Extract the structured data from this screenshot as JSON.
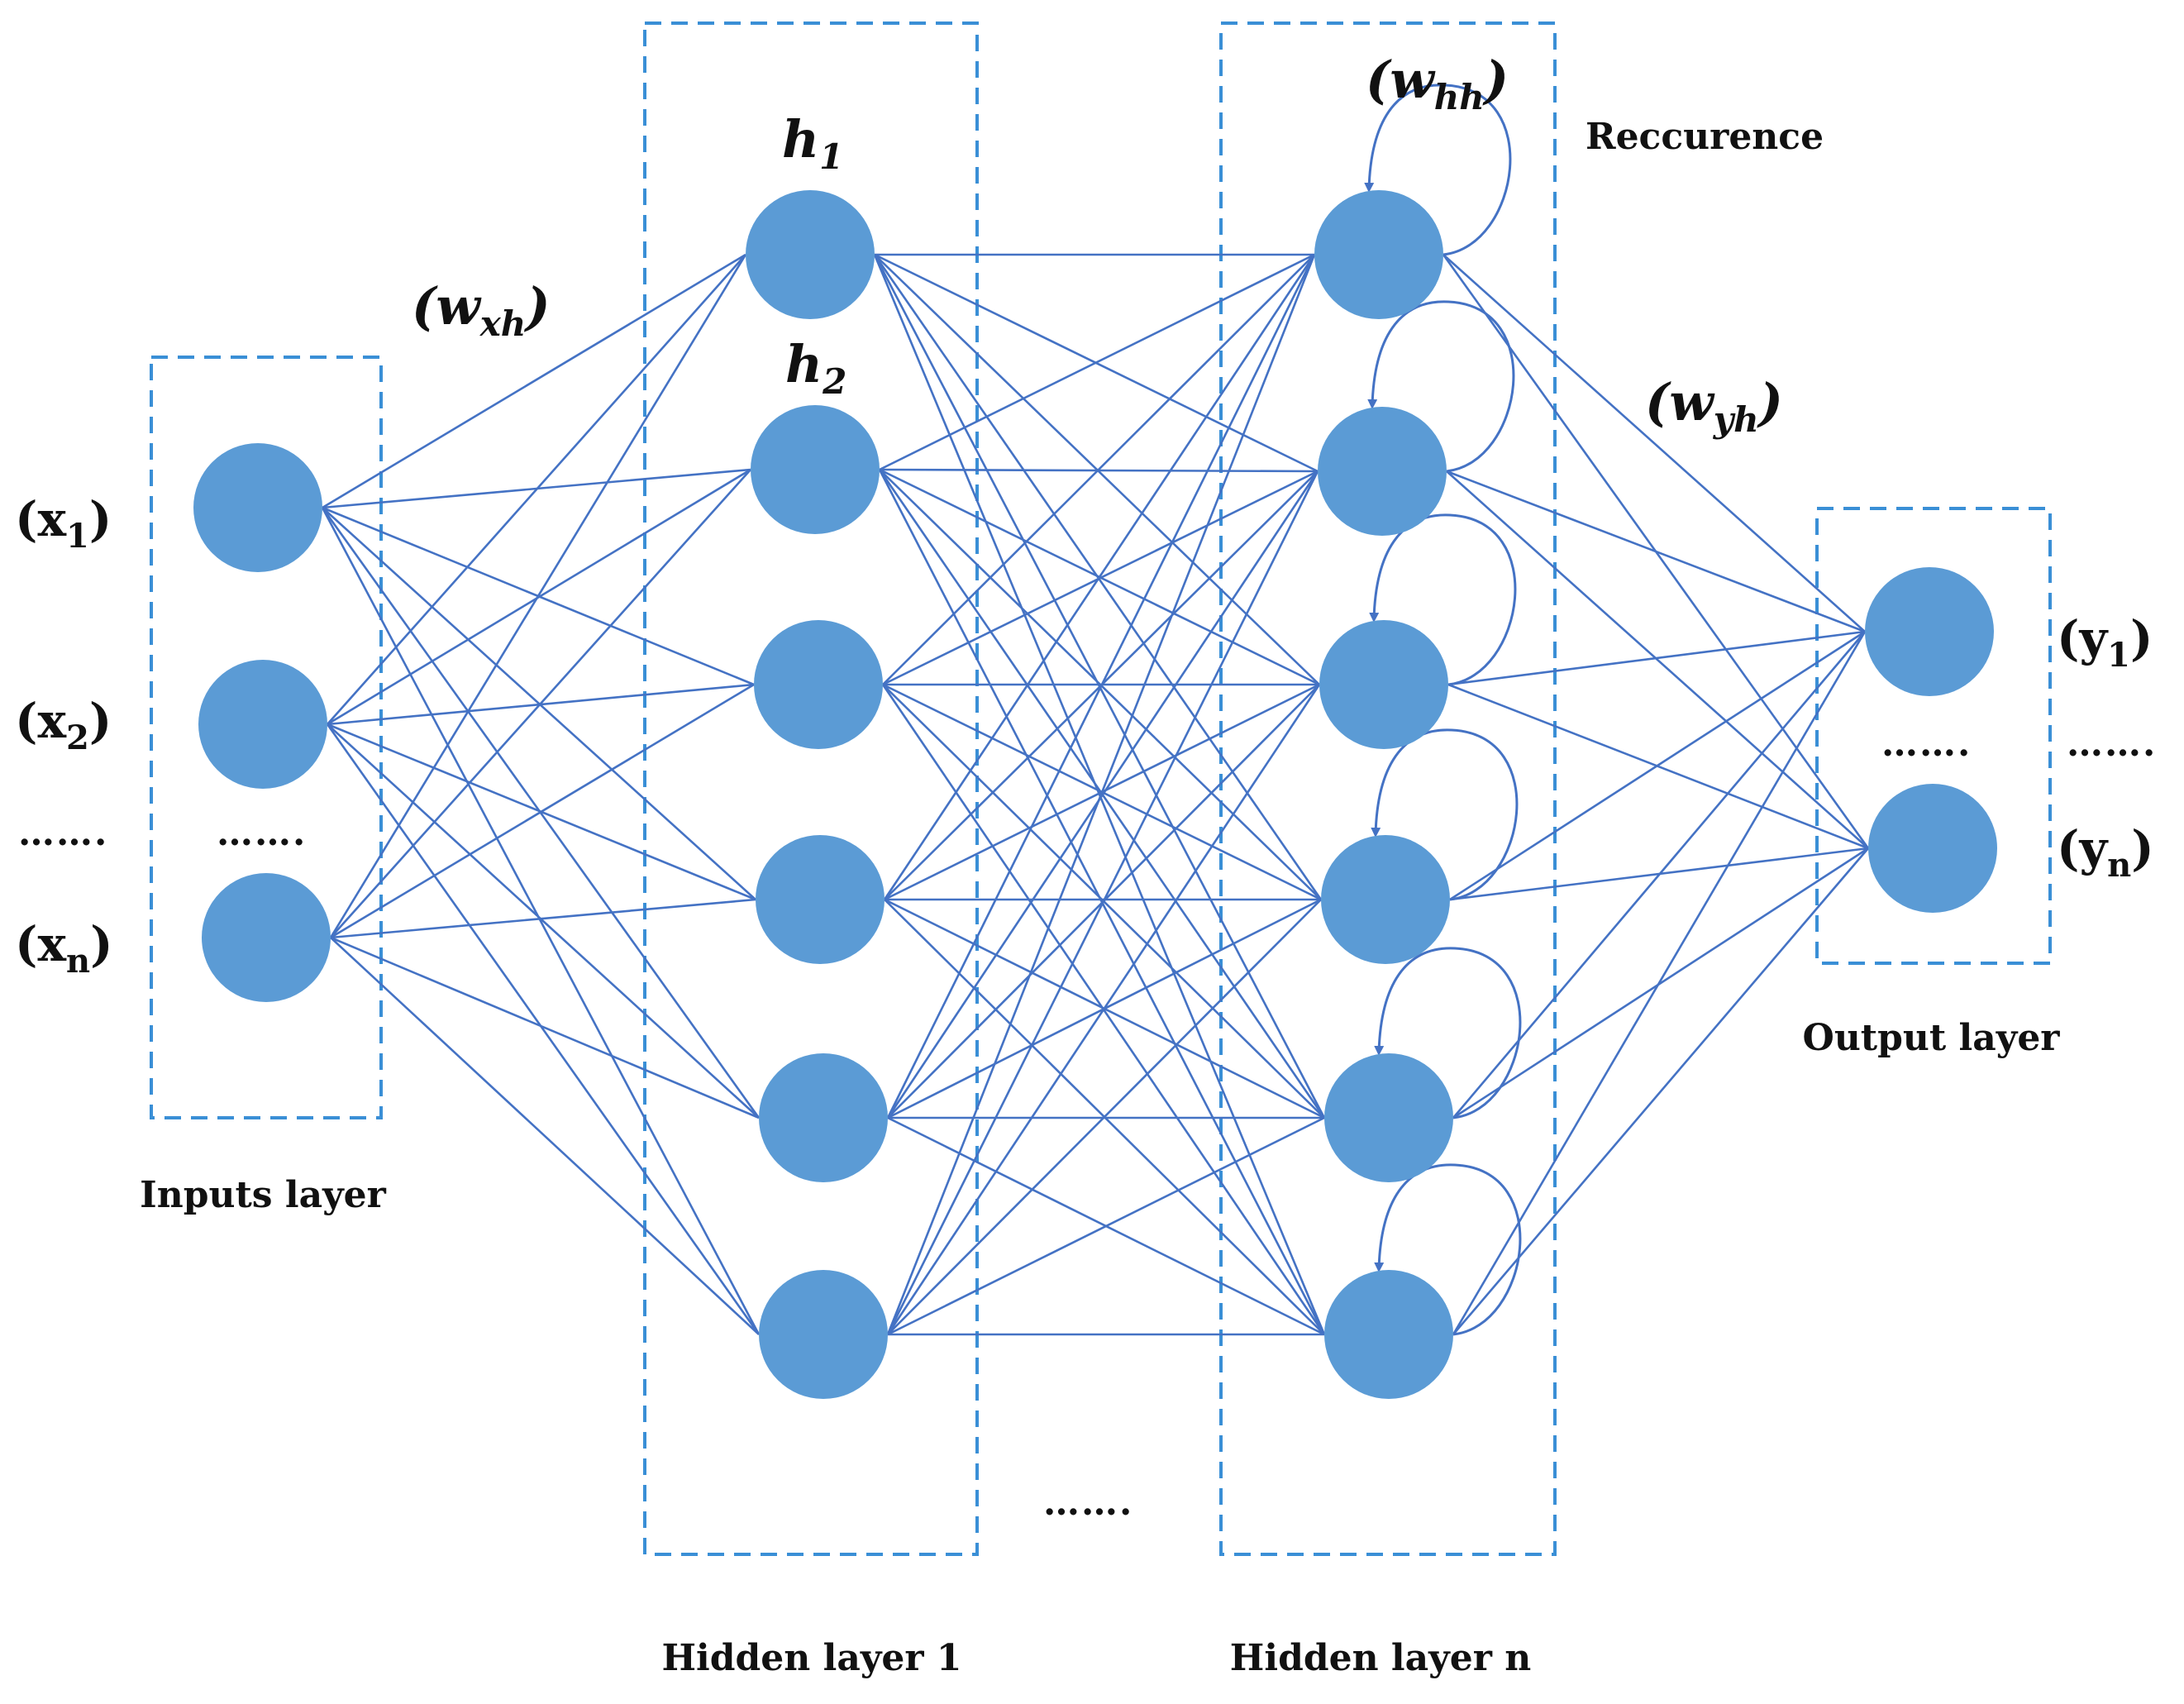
{
  "colors": {
    "node": "#5b9bd5",
    "edge": "#4472c4",
    "box": "#3a8fd6",
    "text": "#111111"
  },
  "layers": {
    "input": {
      "label": "Inputs layer",
      "node_count": 3
    },
    "hidden1": {
      "label": "Hidden layer 1",
      "node_count": 6
    },
    "hiddenN": {
      "label": "Hidden layer n",
      "node_count": 6
    },
    "output": {
      "label": "Output layer",
      "node_count": 2
    }
  },
  "input_labels": [
    {
      "open": "(",
      "base": "x",
      "sub": "1",
      "close": ")"
    },
    {
      "open": "(",
      "base": "x",
      "sub": "2",
      "close": ")"
    },
    {
      "open": "(",
      "base": "x",
      "sub": "n",
      "close": ")"
    }
  ],
  "output_labels": [
    {
      "open": "(",
      "base": "y",
      "sub": "1",
      "close": ")"
    },
    {
      "open": "(",
      "base": "y",
      "sub": "n",
      "close": ")"
    }
  ],
  "hidden_labels": [
    {
      "base": "h",
      "sub": "1"
    },
    {
      "base": "h",
      "sub": "2"
    }
  ],
  "weights": {
    "wxh": {
      "open": "(",
      "base": "w",
      "sub": "xh",
      "close": ")"
    },
    "whh": {
      "open": "(",
      "base": "w",
      "sub": "hh",
      "close": ")"
    },
    "wyh": {
      "open": "(",
      "base": "w",
      "sub": "yh",
      "close": ")"
    }
  },
  "recurrence_label": "Reccurence",
  "ellipsis": "……."
}
